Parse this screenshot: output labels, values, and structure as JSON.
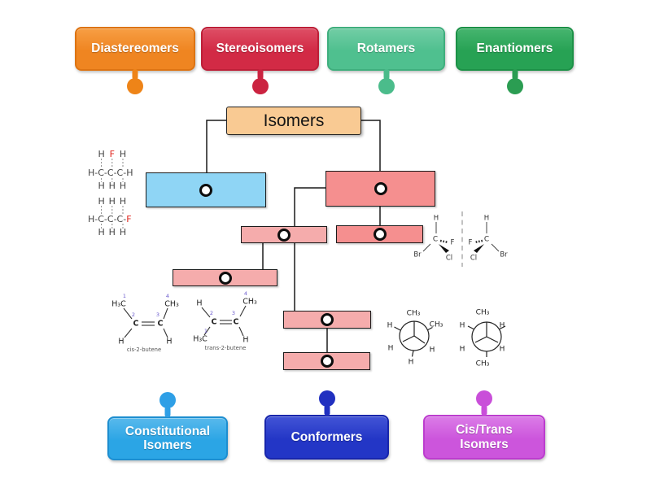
{
  "activity": {
    "root_label": "Isomers",
    "top_labels": [
      {
        "id": "diastereomers",
        "label": "Diastereomers"
      },
      {
        "id": "stereoisomers",
        "label": "Stereoisomers"
      },
      {
        "id": "rotamers",
        "label": "Rotamers"
      },
      {
        "id": "enantiomers",
        "label": "Enantiomers"
      }
    ],
    "bottom_labels": [
      {
        "id": "constitutional-isomers",
        "label": "Constitutional Isomers"
      },
      {
        "id": "conformers",
        "label": "Conformers"
      },
      {
        "id": "cis-trans-isomers",
        "label": "Cis/Trans Isomers"
      }
    ]
  },
  "colors": {
    "diastereomers": "#EF8521",
    "stereoisomers": "#D22A45",
    "rotamers": "#4FC08F",
    "enantiomers": "#27A254",
    "constitutional_isomers": "#2BA5E5",
    "conformers": "#2336C6",
    "cis_trans_isomers": "#CC55DC",
    "root_fill": "#F9CA93",
    "slot_blue": "#8FD5F5",
    "slot_salmon": "#F58F8F",
    "slot_pink": "#F5ACAC"
  },
  "chem": {
    "fluoro1": {
      "top_l": "H",
      "top_f": "F",
      "top_r": "H",
      "chain": "H-C-C-C-H",
      "b1": "H",
      "b2": "H",
      "b3": "H"
    },
    "fluoro2": {
      "t1": "H",
      "t2": "H",
      "t3": "H",
      "chain": "H-C-C-C-",
      "f": "F",
      "b1": "H",
      "b2": "H",
      "b3": "H"
    },
    "cis": {
      "tl": "H₃C",
      "tr": "CH₃",
      "c1": "C",
      "c2": "C",
      "bl": "H",
      "br": "H",
      "n1": "1",
      "n2": "2",
      "n3": "3",
      "n4": "4",
      "caption": "cis-2-butene"
    },
    "trans": {
      "tl": "H",
      "tr": "CH₃",
      "c1": "C",
      "c2": "C",
      "bl": "H₃C",
      "br": "H",
      "n1": "1",
      "n2": "2",
      "n3": "3",
      "n4": "4",
      "caption": "trans-2-butene"
    },
    "chiral_left": {
      "h": "H",
      "c": "C",
      "br": "Br",
      "f": "F",
      "cl": "Cl"
    },
    "chiral_right": {
      "h": "H",
      "c": "C",
      "br": "Br",
      "f": "F",
      "cl": "Cl"
    },
    "newman_left": {
      "top": "CH₃",
      "ul": "H",
      "ur": "CH₃",
      "ll": "H",
      "lr": "H",
      "bottom": "H"
    },
    "newman_right": {
      "top": "CH₃",
      "ul": "H",
      "ur": "H",
      "ll": "H",
      "lr": "H",
      "bottom": "CH₃"
    }
  }
}
